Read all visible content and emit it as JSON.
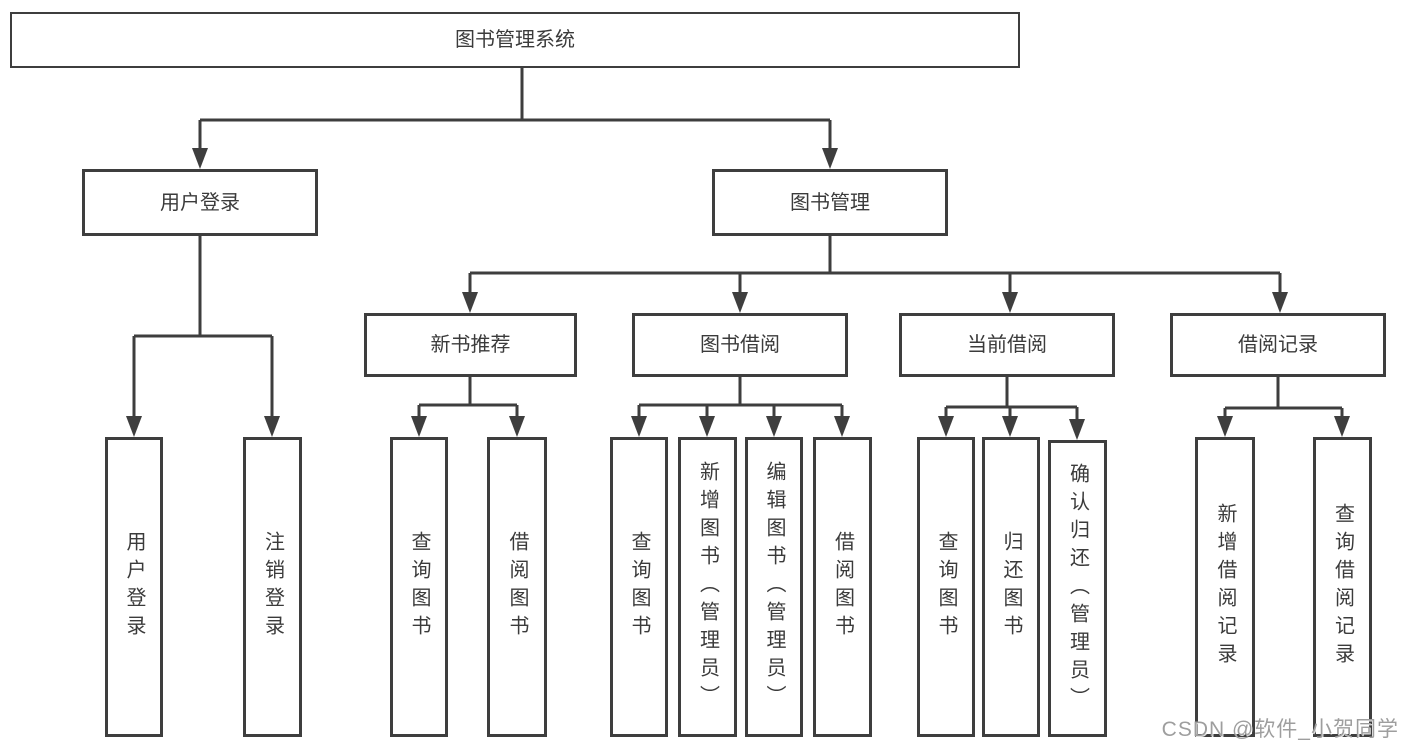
{
  "diagram": {
    "title": "图书管理系统",
    "type": "hierarchy-structure-chart",
    "nodes": [
      {
        "id": "root",
        "label": "图书管理系统",
        "parent": null
      },
      {
        "id": "user-login",
        "label": "用户登录",
        "parent": "root"
      },
      {
        "id": "book-management",
        "label": "图书管理",
        "parent": "root"
      },
      {
        "id": "new-book-recommend",
        "label": "新书推荐",
        "parent": "book-management"
      },
      {
        "id": "book-borrowing",
        "label": "图书借阅",
        "parent": "book-management"
      },
      {
        "id": "current-borrowing",
        "label": "当前借阅",
        "parent": "book-management"
      },
      {
        "id": "borrowing-records",
        "label": "借阅记录",
        "parent": "book-management"
      },
      {
        "id": "user-login-leaf",
        "label": "用户登录",
        "parent": "user-login"
      },
      {
        "id": "logout",
        "label": "注销登录",
        "parent": "user-login"
      },
      {
        "id": "query-books-rec",
        "label": "查询图书",
        "parent": "new-book-recommend"
      },
      {
        "id": "borrow-books-rec",
        "label": "借阅图书",
        "parent": "new-book-recommend"
      },
      {
        "id": "query-books-borrow",
        "label": "查询图书",
        "parent": "book-borrowing"
      },
      {
        "id": "add-books-admin",
        "label": "新增图书（管理员）",
        "parent": "book-borrowing"
      },
      {
        "id": "edit-books-admin",
        "label": "编辑图书（管理员）",
        "parent": "book-borrowing"
      },
      {
        "id": "borrow-books-borrow",
        "label": "借阅图书",
        "parent": "book-borrowing"
      },
      {
        "id": "query-books-current",
        "label": "查询图书",
        "parent": "current-borrowing"
      },
      {
        "id": "return-books",
        "label": "归还图书",
        "parent": "current-borrowing"
      },
      {
        "id": "confirm-return-admin",
        "label": "确认归还（管理员）",
        "parent": "current-borrowing"
      },
      {
        "id": "add-borrow-record",
        "label": "新增借阅记录",
        "parent": "borrowing-records"
      },
      {
        "id": "query-borrow-record",
        "label": "查询借阅记录",
        "parent": "borrowing-records"
      }
    ],
    "colors": {
      "line": "#3e3e3e",
      "box_border": "#3e3e3e",
      "text": "#3b3b3b",
      "background": "#ffffff",
      "watermark": "#9e9e9e"
    }
  },
  "watermark": {
    "text": "CSDN @软件_小贺同学"
  }
}
